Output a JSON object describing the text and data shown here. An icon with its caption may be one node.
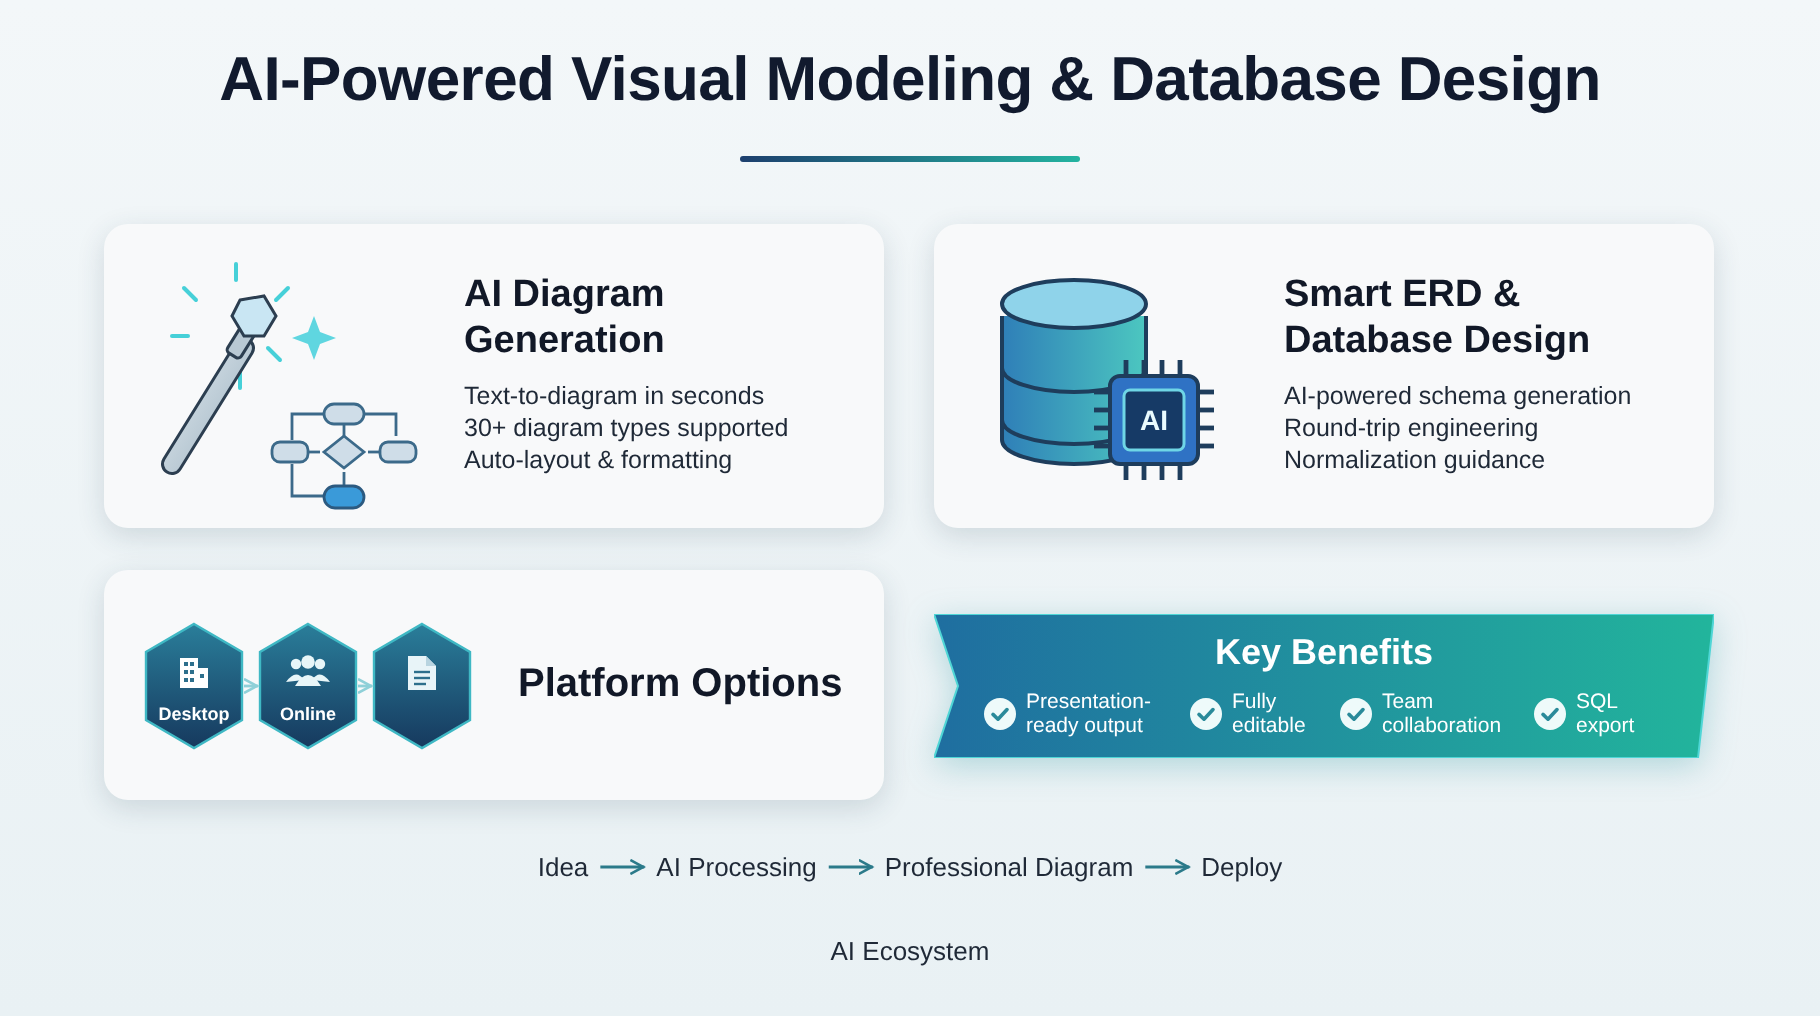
{
  "diagram": {
    "title": "AI-Powered Visual Modeling & Database Design",
    "nodes": [
      {
        "text": [
          "AI Diagram Generation",
          "Text-to-diagram in seconds",
          "30+ diagram types supported",
          "Auto-layout & formatting"
        ]
      },
      {
        "text": [
          "Smart ERD & Database Design",
          "AI-powered schema generation",
          "Round-trip engineering",
          "Normalization guidance"
        ]
      },
      {
        "text": [
          "Platform Options"
        ]
      },
      {
        "text": [
          "Desktop"
        ],
        "in": 2
      },
      {
        "text": [
          "Online"
        ],
        "in": 2
      },
      {
        "text": [],
        "shape": "hexagon",
        "in": 2
      },
      {
        "text": [
          "Key Benefits",
          "Presentation-ready output",
          "Fully editable",
          "Team collaboration",
          "SQL export"
        ]
      },
      {
        "text": [
          "Idea"
        ]
      },
      {
        "text": [
          "AI Processing"
        ]
      },
      {
        "text": [
          "Professional Diagram"
        ]
      },
      {
        "text": [
          "Deploy"
        ]
      }
    ],
    "edges": [
      {
        "from": 3,
        "to": 4,
        "arrow": "to",
        "color": "#8fd0d8"
      },
      {
        "from": 4,
        "to": 5,
        "arrow": "to",
        "color": "#8fd0d8"
      },
      {
        "from": 7,
        "to": 8,
        "arrow": "to"
      },
      {
        "from": 8,
        "to": 9,
        "arrow": "to"
      },
      {
        "from": 9,
        "to": 10,
        "arrow": "to"
      }
    ],
    "labels": [
      "AI",
      "AI Ecosystem"
    ]
  }
}
